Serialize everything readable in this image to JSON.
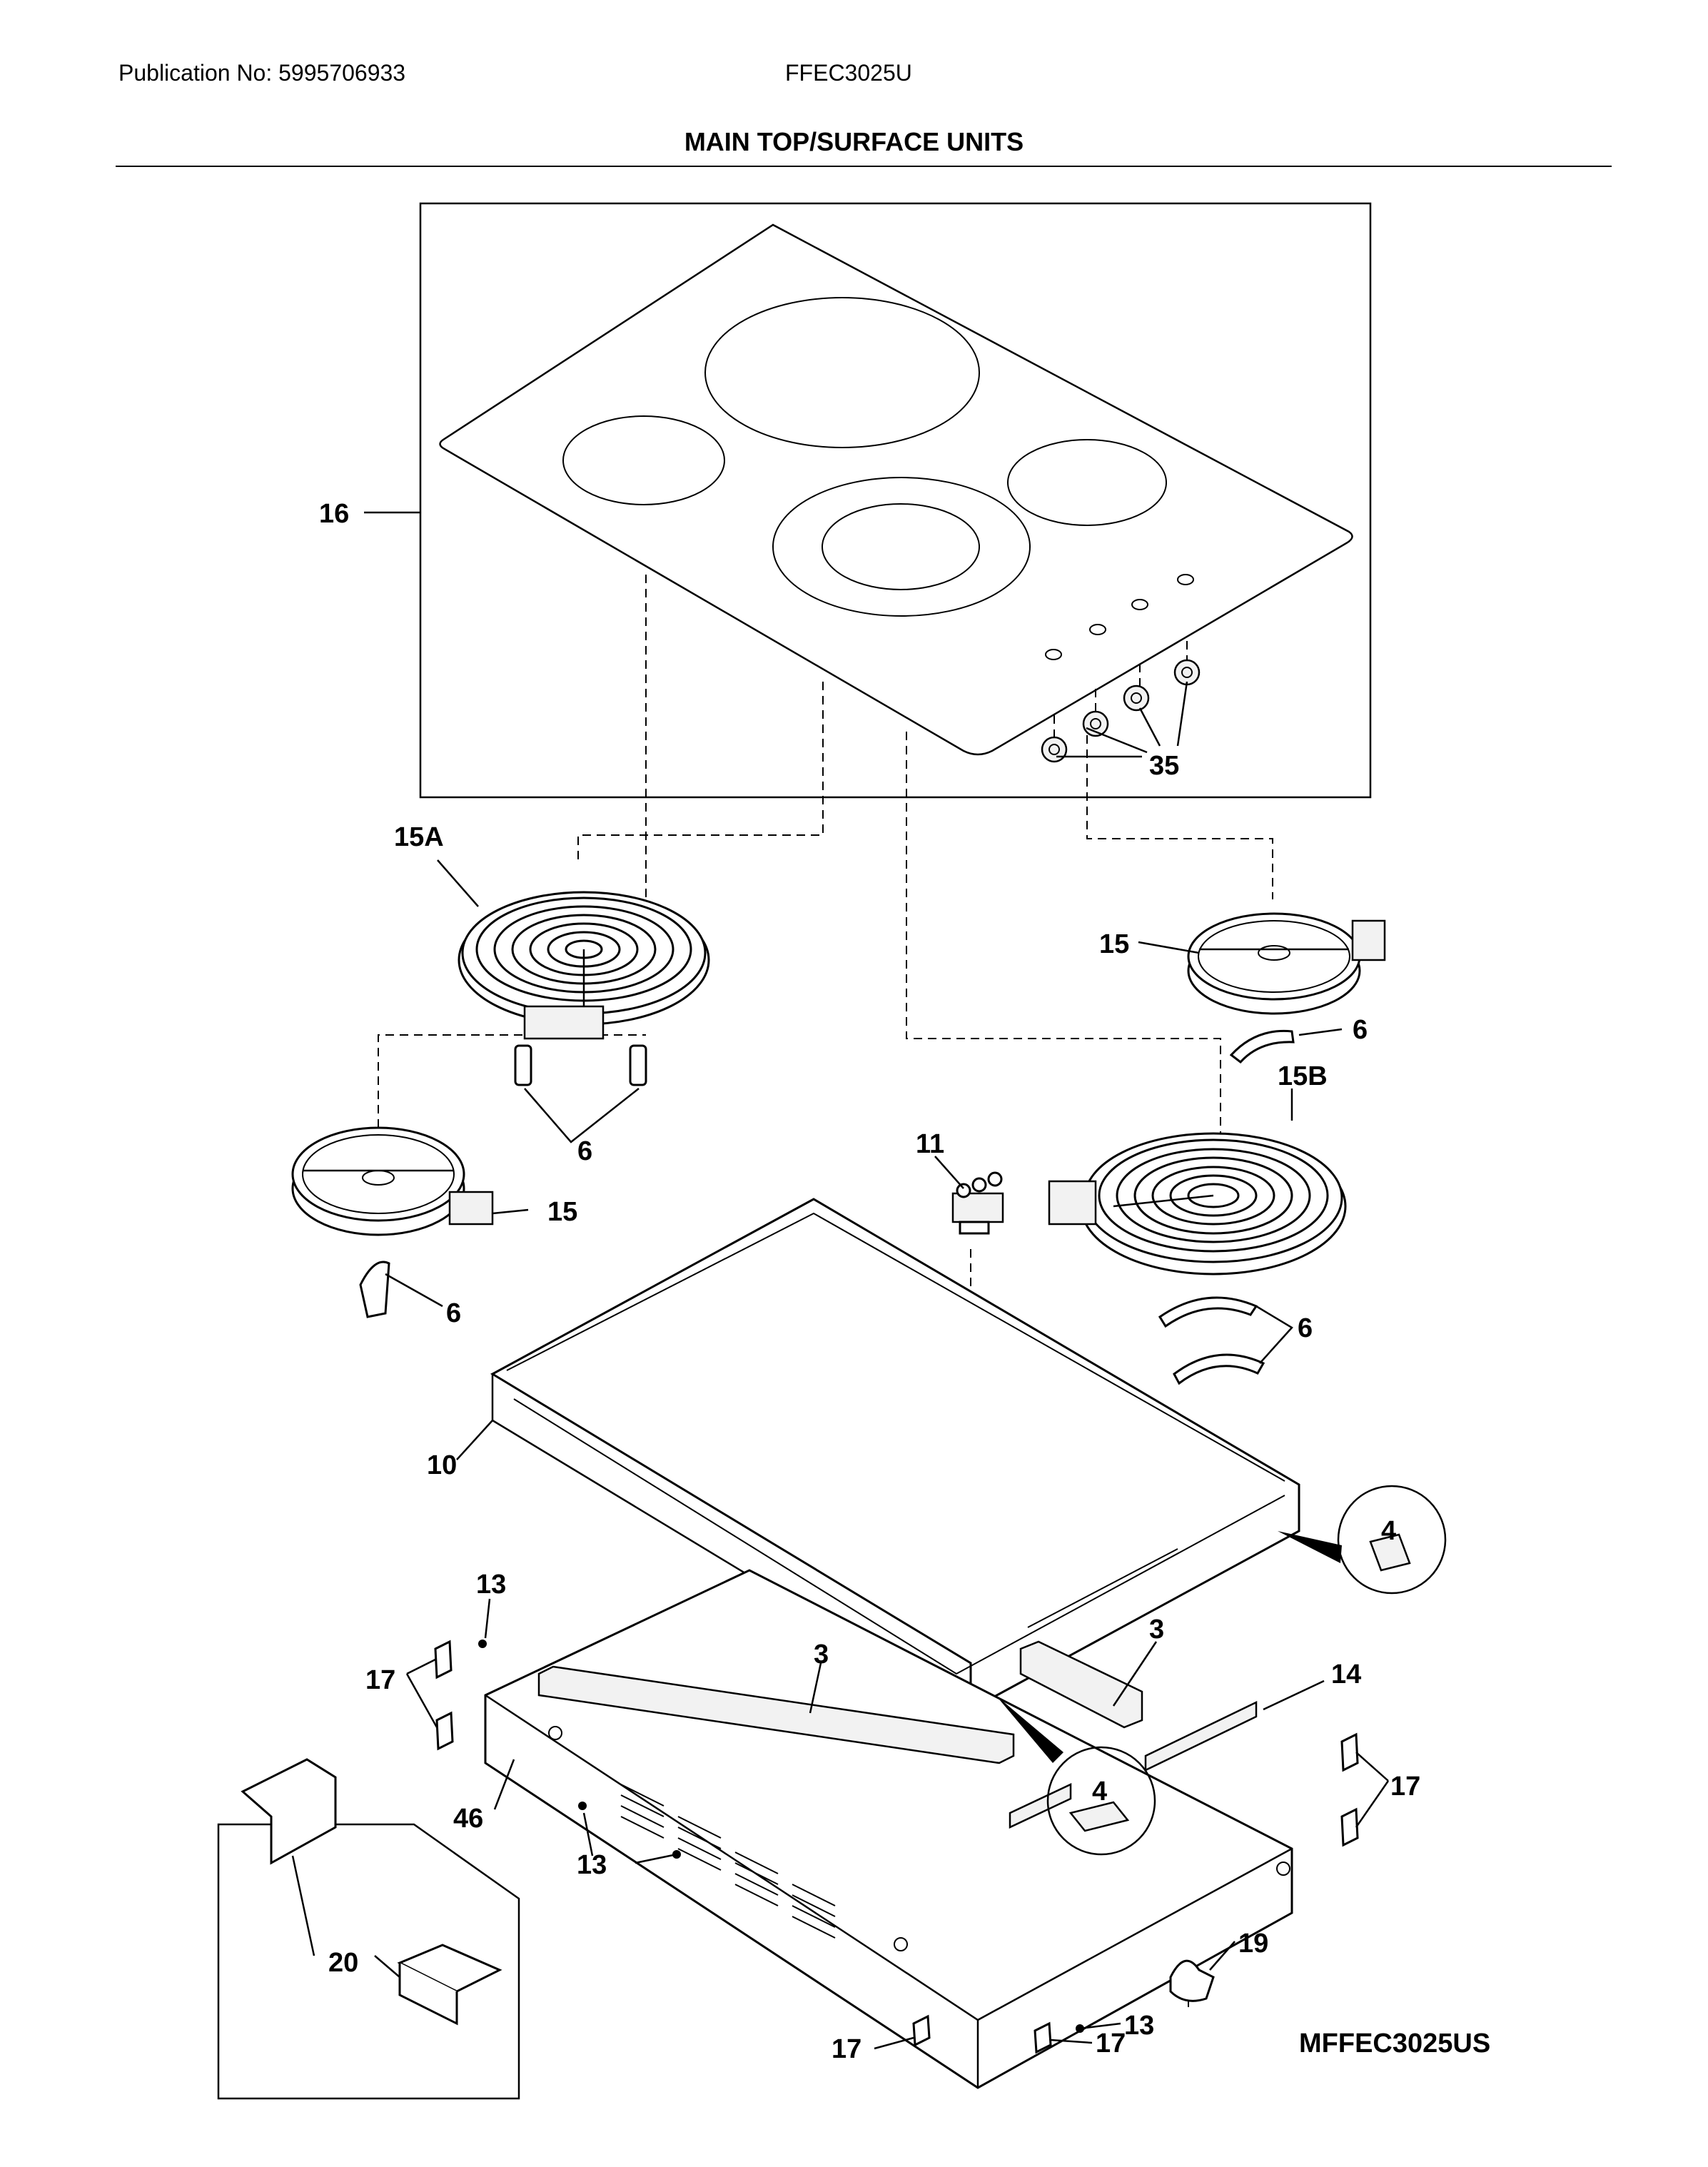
{
  "header": {
    "publication": "Publication No: 5995706933",
    "model": "FFEC3025U",
    "title": "MAIN TOP/SURFACE UNITS"
  },
  "diagram_id": "MFFEC3025US",
  "callouts": {
    "c16": "16",
    "c35": "35",
    "c15a": "15A",
    "c15_right": "15",
    "c6_upper_right": "6",
    "c15b": "15B",
    "c6_15a": "6",
    "c11": "11",
    "c15_left": "15",
    "c6_left": "6",
    "c6_lower_right": "6",
    "c10": "10",
    "c4_right": "4",
    "c13_top": "13",
    "c3_left": "3",
    "c3_right": "3",
    "c14": "14",
    "c17_left": "17",
    "c46": "46",
    "c4_lower": "4",
    "c17_right": "17",
    "c13_mid": "13",
    "c20": "20",
    "c13_bottom": "13",
    "c19": "19",
    "c17_bottom_left": "17",
    "c17_bottom_right": "17"
  }
}
